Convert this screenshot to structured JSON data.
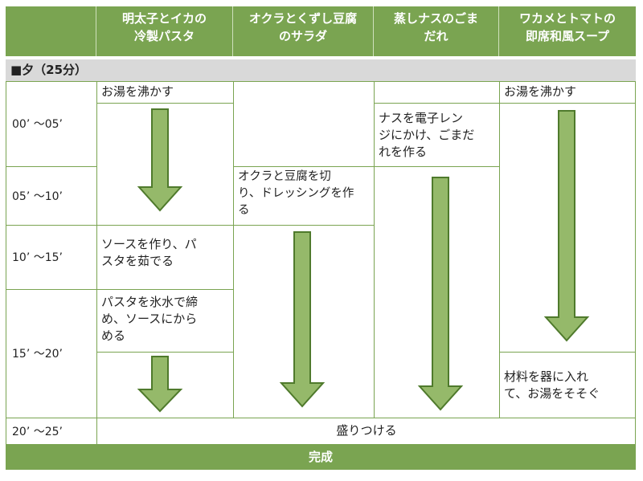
{
  "headers": [
    "明太子とイカの\n冷製パスタ",
    "オクラとくずし豆腐\nのサラダ",
    "蒸しナスのごま\nだれ",
    "ワカメとトマトの\n即席和風スープ"
  ],
  "section_label": "■夕（25分）",
  "times": [
    "00’ ～05’",
    "05’ ～10’",
    "10’ ～15’",
    "15’ ～20’",
    "20’ ～25’"
  ],
  "steps": {
    "pasta_boil": "お湯を沸かす",
    "pasta_sauce": "ソースを作り、パ\nスタを茹でる",
    "pasta_chill": "パスタを氷水で締\nめ、ソースにから\nめる",
    "okra_prep": "オクラと豆腐を切\nり、ドレッシングを作\nる",
    "nasu_prep": "ナスを電子レン\nジにかけ、ごまだ\nれを作る",
    "soup_boil": "お湯を沸かす",
    "soup_pour": "材料を器に入れ\nて、お湯をそそぐ",
    "plate": "盛りつける"
  },
  "footer": "完成",
  "colors": {
    "accent": "#7aa451",
    "arrow_fill": "#95b96a",
    "arrow_stroke": "#4f7a2c",
    "section_bg": "#d9d9d9"
  }
}
